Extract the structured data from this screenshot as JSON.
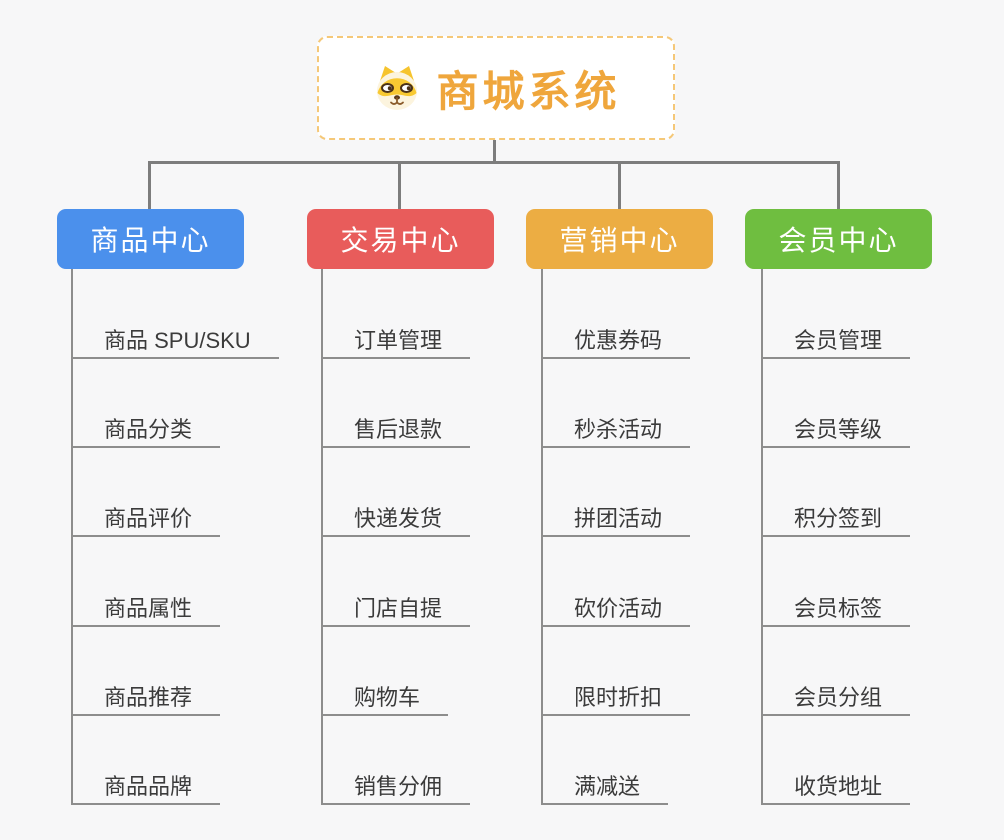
{
  "root": {
    "title": "商城系统",
    "icon": "dog-face-icon",
    "accent_color": "#efa63c",
    "border_color": "#f5c878"
  },
  "branches": [
    {
      "label": "商品中心",
      "color": "#4b90ec",
      "items": [
        "商品 SPU/SKU",
        "商品分类",
        "商品评价",
        "商品属性",
        "商品推荐",
        "商品品牌"
      ]
    },
    {
      "label": "交易中心",
      "color": "#e85c5b",
      "items": [
        "订单管理",
        "售后退款",
        "快递发货",
        "门店自提",
        "购物车",
        "销售分佣"
      ]
    },
    {
      "label": "营销中心",
      "color": "#ecad43",
      "items": [
        "优惠券码",
        "秒杀活动",
        "拼团活动",
        "砍价活动",
        "限时折扣",
        "满减送"
      ]
    },
    {
      "label": "会员中心",
      "color": "#6fbe40",
      "items": [
        "会员管理",
        "会员等级",
        "积分签到",
        "会员标签",
        "会员分组",
        "收货地址"
      ]
    }
  ]
}
